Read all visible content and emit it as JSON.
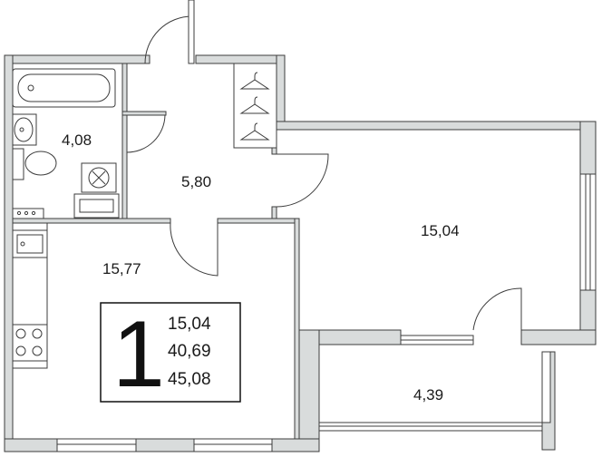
{
  "rooms": {
    "bathroom": {
      "area": "4,08"
    },
    "hallway": {
      "area": "5,80"
    },
    "bedroom": {
      "area": "15,04"
    },
    "kitchen_living": {
      "area": "15,77"
    },
    "balcony": {
      "area": "4,39"
    }
  },
  "summary": {
    "room_count": "1",
    "living_area": "15,04",
    "total_area": "40,69",
    "total_with_balcony": "45,08"
  },
  "colors": {
    "wall_fill": "#d9dcdc",
    "line": "#3c3c3c",
    "text": "#1a1a1a"
  }
}
